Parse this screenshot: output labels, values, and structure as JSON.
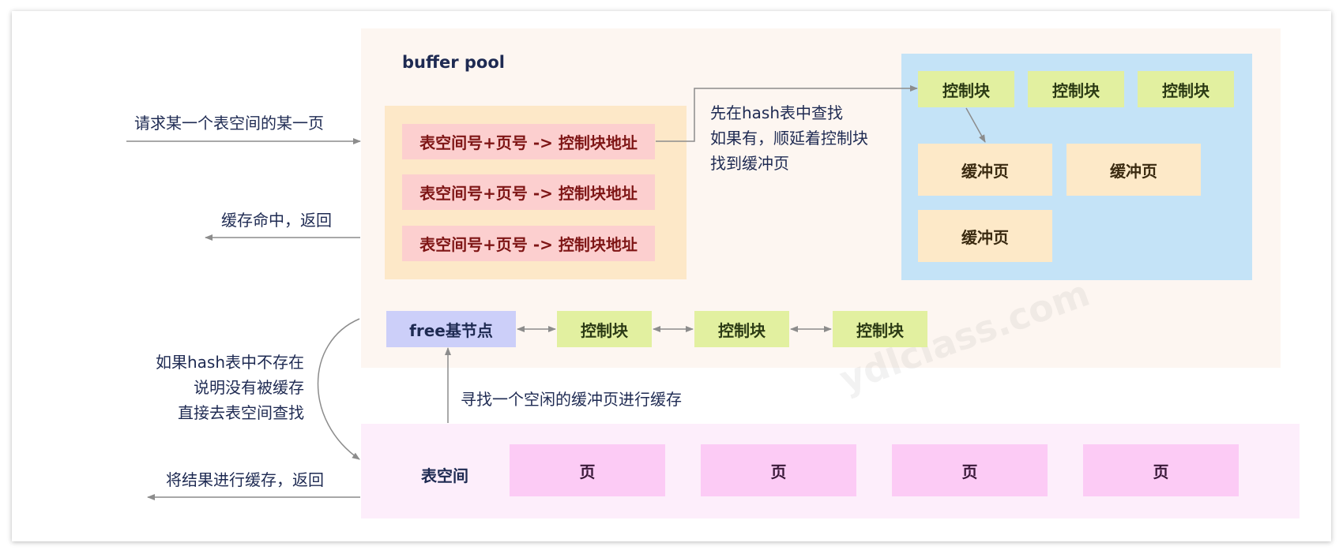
{
  "buffer_pool": {
    "title": "buffer pool",
    "hash_entries": [
      "表空间号+页号 -> 控制块地址",
      "表空间号+页号 -> 控制块地址",
      "表空间号+页号 -> 控制块地址"
    ],
    "lookup_note": [
      "先在hash表中查找",
      "如果有，顺延着控制块",
      "找到缓冲页"
    ],
    "control_blocks": [
      "控制块",
      "控制块",
      "控制块"
    ],
    "buffer_pages": [
      "缓冲页",
      "缓冲页",
      "缓冲页"
    ],
    "free_list": {
      "head": "free基节点",
      "nodes": [
        "控制块",
        "控制块",
        "控制块"
      ]
    }
  },
  "left_labels": {
    "request": "请求某一个表空间的某一页",
    "cache_hit": "缓存命中，返回",
    "miss_note": [
      "如果hash表中不存在",
      "说明没有被缓存",
      "直接去表空间查找"
    ],
    "cache_result": "将结果进行缓存，返回"
  },
  "find_free_note": "寻找一个空闲的缓冲页进行缓存",
  "tablespace": {
    "label": "表空间",
    "pages": [
      "页",
      "页",
      "页",
      "页"
    ]
  },
  "watermark": "ydlclass.com",
  "colors": {
    "arrow": "#8c8c8c",
    "text": "#1e2a52",
    "buffer_pool_bg": "#fdf6f1",
    "hash_table_bg": "#fde8c8",
    "hash_entry": "#fccfcf",
    "control_area_bg": "#c4e3f7",
    "control_block": "#e2f0a0",
    "buffer_page": "#fde9c8",
    "free_node": "#cccff9",
    "tablespace_bg": "#fdeefb",
    "page": "#fccbf5"
  }
}
